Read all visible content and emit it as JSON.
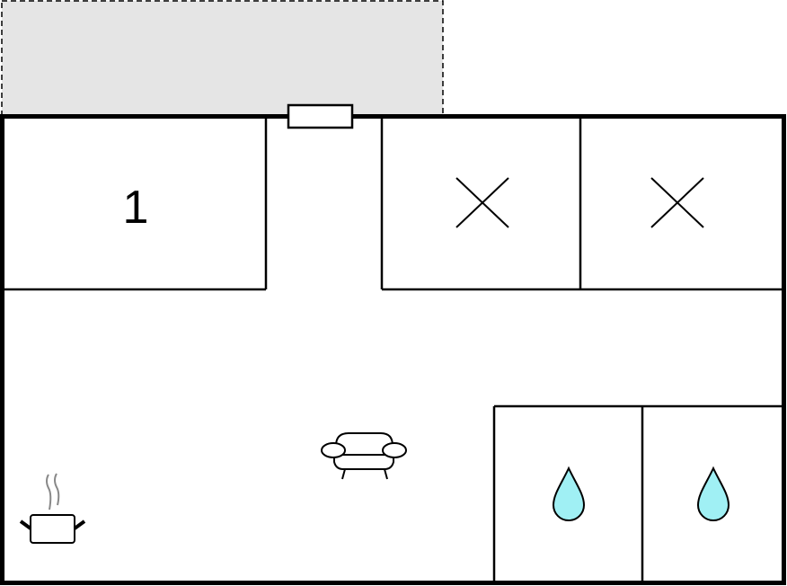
{
  "plan": {
    "rooms": [
      {
        "id": "bedroom-1",
        "label": "1"
      },
      {
        "id": "room-x-1",
        "label": ""
      },
      {
        "id": "room-x-2",
        "label": ""
      },
      {
        "id": "bathroom-1",
        "label": ""
      },
      {
        "id": "bathroom-2",
        "label": ""
      }
    ],
    "icons": [
      "cross-icon",
      "cross-icon",
      "water-drop-icon",
      "water-drop-icon",
      "sofa-icon",
      "cooking-pot-icon",
      "window-icon"
    ],
    "colors": {
      "terrace_fill": "#e5e5e5",
      "water_drop": "#a0f0f4",
      "steam": "#888888",
      "wall": "#000000"
    }
  }
}
